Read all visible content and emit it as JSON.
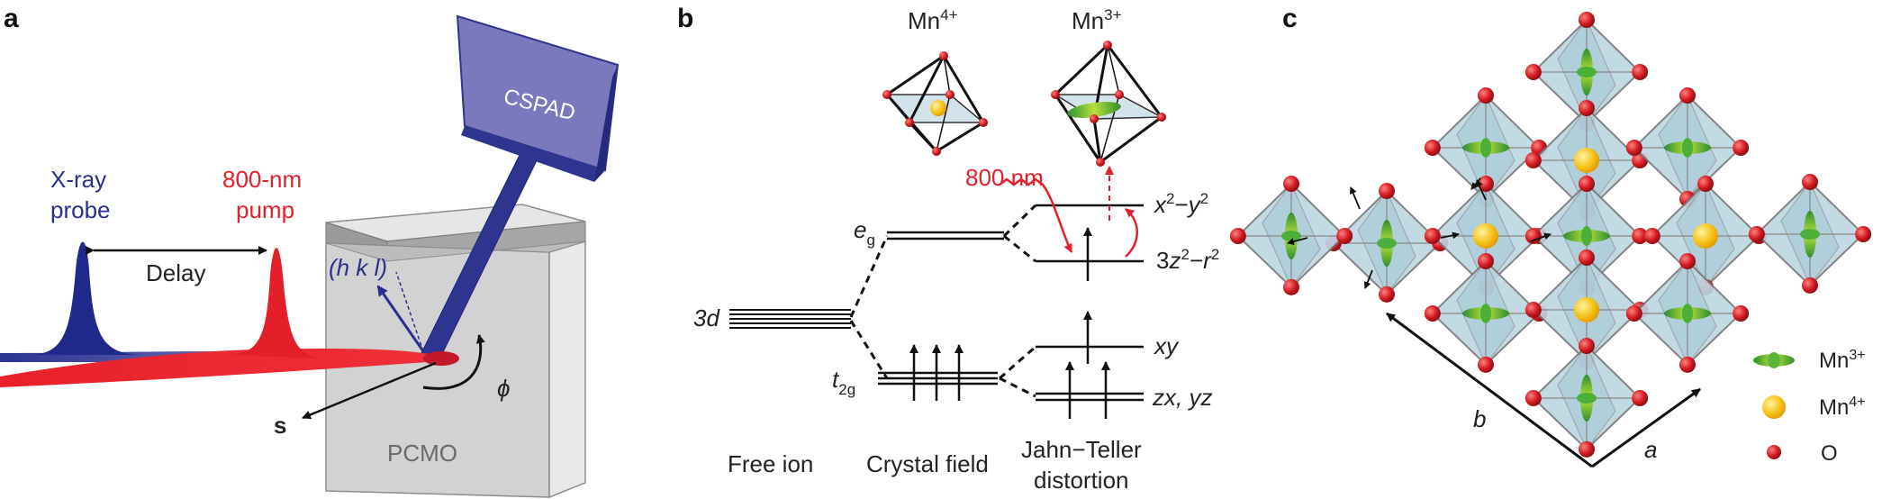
{
  "panels": {
    "a": {
      "letter": "a",
      "xray_probe": [
        "X-ray",
        "probe"
      ],
      "pump": [
        "800-nm",
        "pump"
      ],
      "delay": "Delay",
      "hkl": "(h k l)",
      "detector": "CSPAD",
      "sample": "PCMO",
      "s_vector": "s",
      "phi": "ϕ",
      "colors": {
        "xray": "#1f2a8c",
        "pump": "#e8202a",
        "detector": "#2e3590",
        "sample": "#d4d4d4"
      }
    },
    "b": {
      "letter": "b",
      "mn4": "Mn4+",
      "mn3": "Mn3+",
      "wavelength": "800 nm",
      "eg": "eg",
      "t2g": "t2g",
      "d3": "3d",
      "x2y2": "x2−y2",
      "z2r2": "3z2−r2",
      "xy": "xy",
      "zxyz": "zx, yz",
      "col_free": "Free ion",
      "col_crystal": "Crystal field",
      "col_jt": [
        "Jahn−Teller",
        "distortion"
      ]
    },
    "c": {
      "letter": "c",
      "axis_a": "a",
      "axis_b": "b",
      "legend": {
        "mn3": "Mn3+",
        "mn4": "Mn4+",
        "o": "O"
      },
      "colors": {
        "octahedron": "#b9d3df",
        "oxygen": "#c8181e",
        "mn4": "#f5b800",
        "mn3": "#3fa63c"
      }
    }
  }
}
